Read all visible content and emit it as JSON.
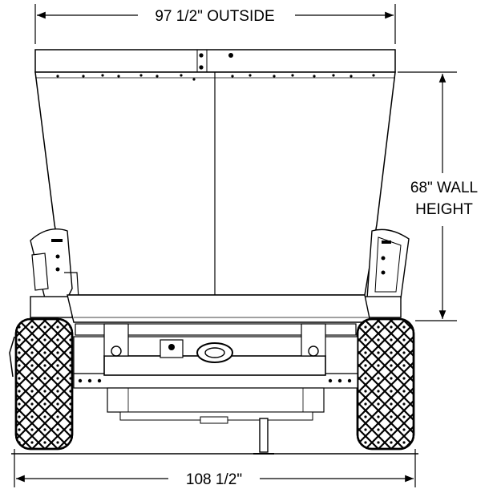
{
  "dimensions": {
    "outside_width": "97 1/2\" OUTSIDE",
    "wall_height_line1": "68\" WALL",
    "wall_height_line2": "HEIGHT",
    "overall_width": "108 1/2\""
  }
}
